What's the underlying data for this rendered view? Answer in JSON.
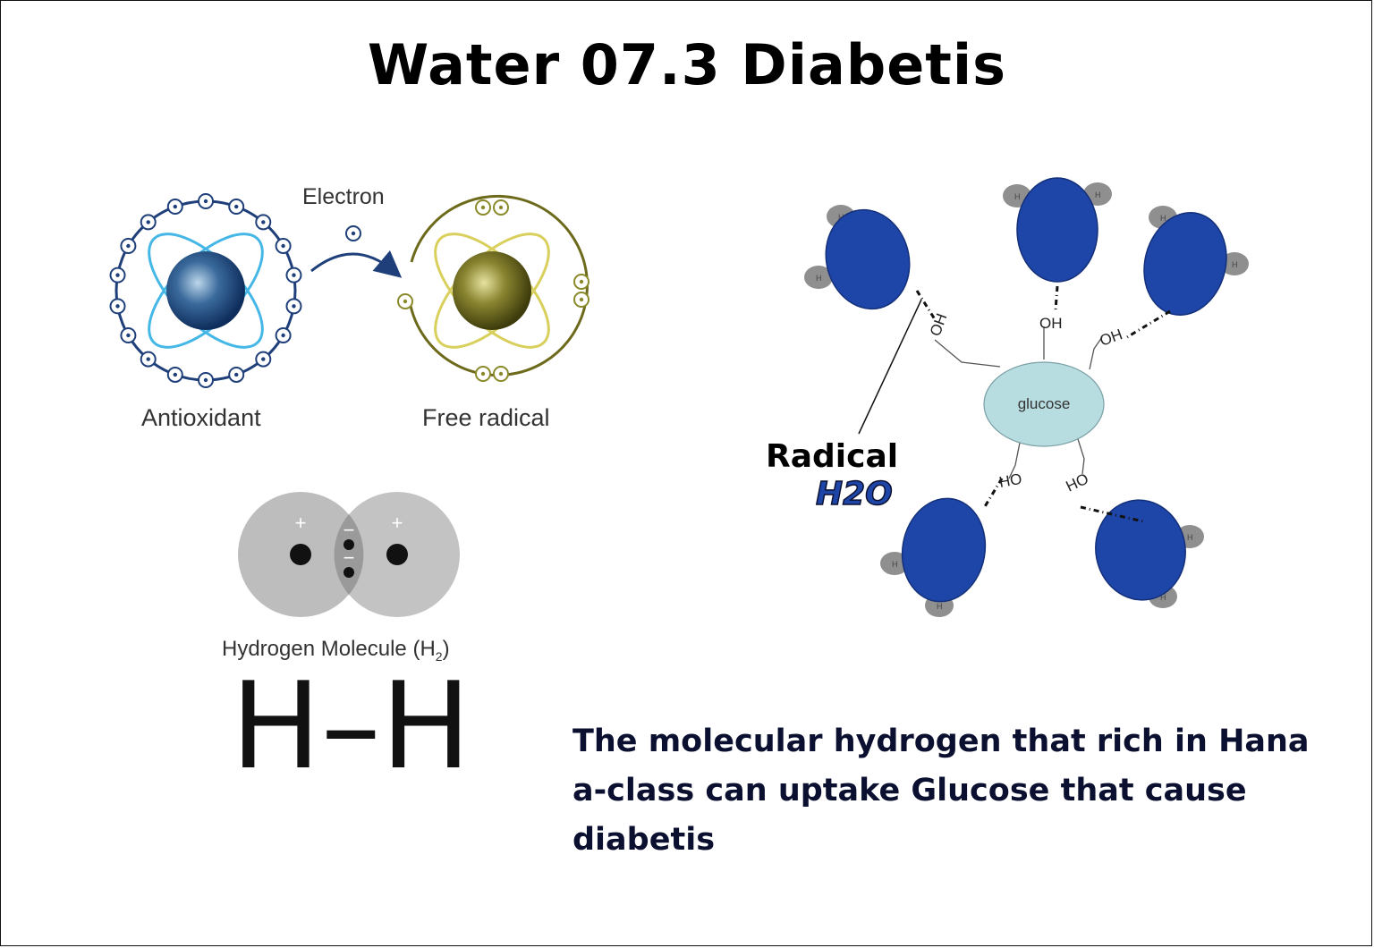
{
  "title": "Water 07.3 Diabetis",
  "electron_diagram": {
    "electron_label": "Electron",
    "antioxidant_label": "Antioxidant",
    "free_radical_label": "Free radical"
  },
  "hydrogen": {
    "molecule_label": "Hydrogen Molecule (H",
    "molecule_subscript": "2",
    "molecule_close": ")",
    "formula": "H–H",
    "plus_sign": "+",
    "minus_sign": "−"
  },
  "glucose_diagram": {
    "center_label": "glucose",
    "groups": [
      "OH",
      "OH",
      "OH",
      "HO",
      "HO"
    ],
    "atom_label": "H",
    "radical_label": "Radical",
    "h2o_label": "H2O"
  },
  "caption": "The molecular hydrogen that rich in Hana a-class can uptake Glucose that cause diabetis",
  "colors": {
    "antioxidant_blue": "#1f3f7a",
    "free_radical_olive": "#8a8a2a",
    "water_blue": "#1e46a8",
    "glucose_fill": "#b8dde0",
    "h2o_text": "#1e46a8"
  }
}
